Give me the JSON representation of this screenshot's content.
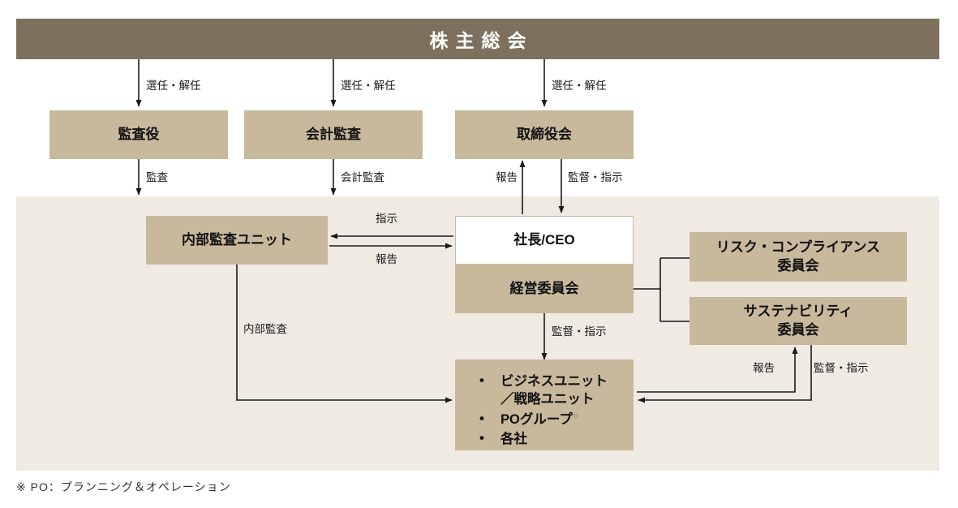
{
  "header": {
    "title": "株主総会"
  },
  "tier1": [
    {
      "id": "kansayaku",
      "label": "監査役"
    },
    {
      "id": "kaikei-kansa",
      "label": "会計監査"
    },
    {
      "id": "torishimari",
      "label": "取締役会"
    }
  ],
  "body": {
    "internal_audit_unit": "内部監査ユニット",
    "ceo": "社長/CEO",
    "management_committee": "経営委員会",
    "risk_compliance_committee": "リスク・コンプライアンス\n委員会",
    "sustainability_committee": "サステナビリティ\n委員会",
    "operating_units": {
      "items": [
        "ビジネスユニット\n／戦略ユニット",
        "POグループ",
        "各社"
      ],
      "footnote_marker": "※"
    }
  },
  "edges": [
    {
      "id": "e-sh-kansayaku",
      "label": "選任・解任"
    },
    {
      "id": "e-sh-kaikei",
      "label": "選任・解任"
    },
    {
      "id": "e-sh-board",
      "label": "選任・解任"
    },
    {
      "id": "e-kansayaku-audit",
      "label": "監査"
    },
    {
      "id": "e-kaikei-audit",
      "label": "会計監査"
    },
    {
      "id": "e-ceo-board",
      "label": "報告"
    },
    {
      "id": "e-board-ceo",
      "label": "監督・指示"
    },
    {
      "id": "e-ceo-iau",
      "label": "指示"
    },
    {
      "id": "e-iau-ceo",
      "label": "報告"
    },
    {
      "id": "e-iau-units",
      "label": "内部監査"
    },
    {
      "id": "e-mc-units",
      "label": "監督・指示"
    },
    {
      "id": "e-units-sustain",
      "label": "報告"
    },
    {
      "id": "e-sustain-units",
      "label": "監督・指示"
    }
  ],
  "footnote": "※ PO：プランニング＆オペレーション",
  "colors": {
    "header_bar": "#7D705C",
    "box_fill": "#C8B89C",
    "band_bg": "#EFEBE3",
    "page_bg": "#FFFFFF",
    "line": "#1A1A1A"
  }
}
